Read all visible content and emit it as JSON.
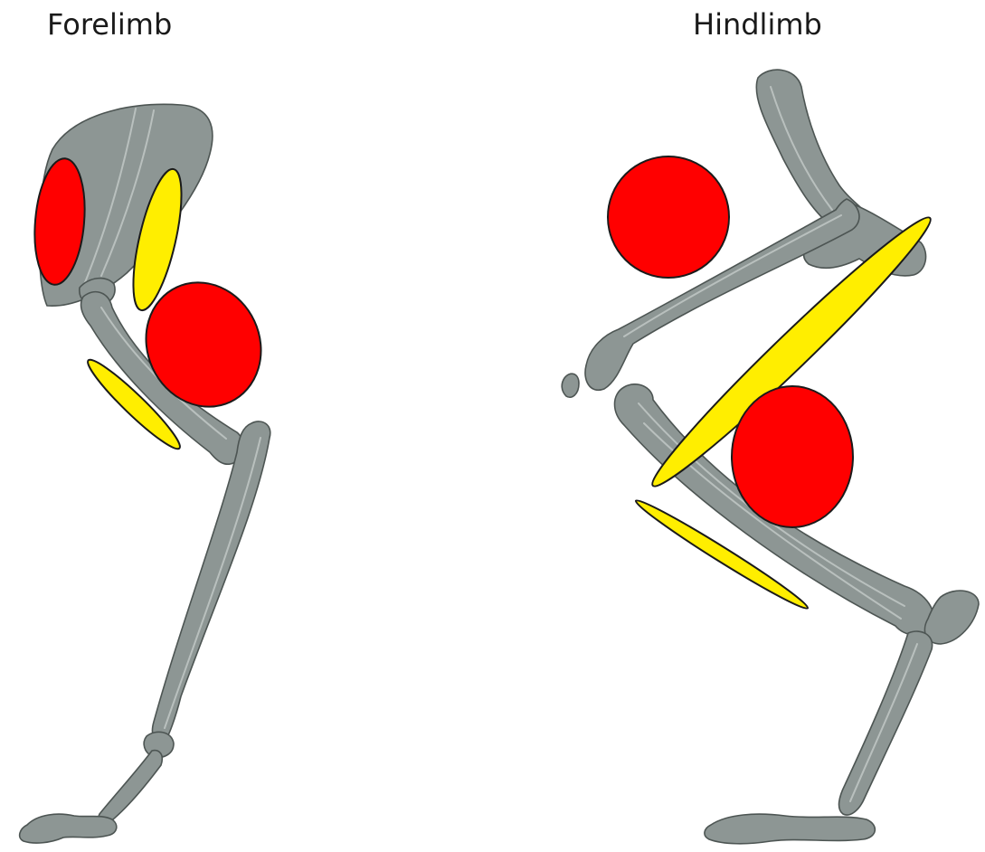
{
  "panels": {
    "forelimb": {
      "title": "Forelimb"
    },
    "hindlimb": {
      "title": "Hindlimb"
    }
  },
  "colors": {
    "bone": "#8d9694",
    "large_muscle": "#ff0000",
    "slender_muscle": "#ffee00"
  },
  "icons": {
    "forelimb": "forelimb-skeleton-illustration",
    "hindlimb": "hindlimb-skeleton-illustration"
  }
}
